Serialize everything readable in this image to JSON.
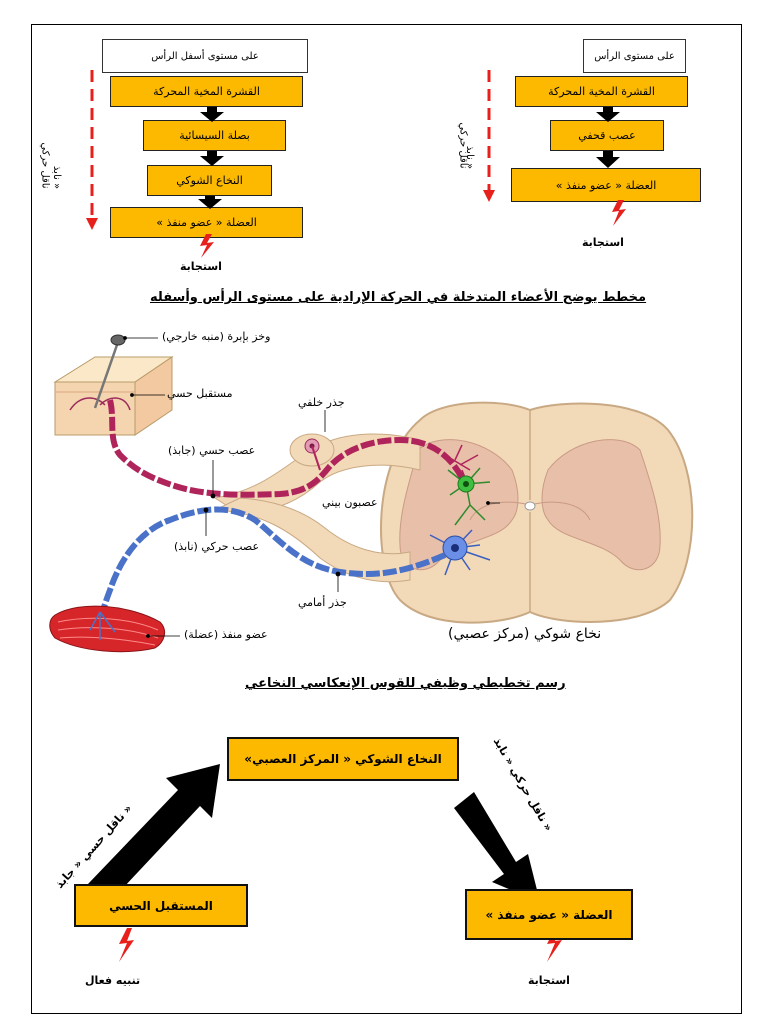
{
  "top_left": {
    "level_label": "على مستوى أسفل الرأس",
    "steps": [
      "القشرة المخية المحركة",
      "بصلة السيسائية",
      "النخاع الشوكي",
      "« العضلة « عضو منفذ"
    ],
    "side_label_1": "ناقل حركي",
    "side_label_2": "« نابذ",
    "response": "استجابة"
  },
  "top_right": {
    "level_label": "على مستوى الرأس",
    "steps": [
      "القشرة المخية المحركة",
      "عصب قحفي",
      "« العضلة « عضو منفذ"
    ],
    "side_label_1": "ناقل حركي",
    "side_label_2": "« نابذ",
    "response": "استجابة"
  },
  "titles": {
    "section1": "مخطط يوضح الأعضاء المتدخلة في الحركة الإرادية على مستوى الرأس وأسفله",
    "section2": "رسم تخطيطي وظيفي للقوس الإنعكاسي النخاعي"
  },
  "anatomy": {
    "needle": "وخز بإبرة (منبه خارجي)",
    "receptor": "مستقبل حسي",
    "dorsal_root": "جذر خلفي",
    "sensory_nerve": "عصب حسي (جابذ)",
    "interneuron": "عصبون بيني",
    "motor_nerve": "عصب حركي (نابذ)",
    "ventral_root": "جذر أمامي",
    "effector": "عضو منفذ (عضلة)",
    "spinal_cord": "نخاع شوكي (مركز عصبي)"
  },
  "reflex": {
    "center": "«النخاع الشوكي « المركز العصبي",
    "receptor": "المستقبل الحسي",
    "effector": "« العضلة « عضو منفذ",
    "afferent": "« ناقل حسي « جابذ",
    "efferent": "« ناقل حركي « نابذ",
    "stimulus": "تنبيه فعال",
    "response": "استجابة"
  },
  "colors": {
    "box_fill": "#fcb900",
    "arrow_red": "#e8201c",
    "sensory": "#b0245c",
    "motor": "#4a72c8",
    "cord": "#f2d9b8",
    "grey_matter": "#e8bfa8"
  }
}
